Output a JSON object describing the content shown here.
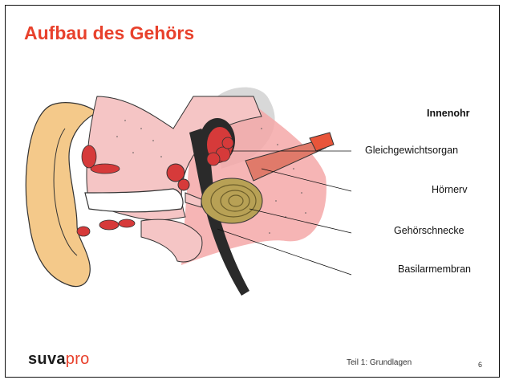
{
  "slide": {
    "title": "Aufbau des Gehörs",
    "footer_text": "Teil 1: Grundlagen",
    "page_number": "6"
  },
  "logo": {
    "part1": "suva",
    "part2": "pro"
  },
  "labels": {
    "heading": "Innenohr",
    "items": [
      "Gleichgewichtsorgan",
      "Hörnerv",
      "Gehörschnecke",
      "Basilarmembran"
    ]
  },
  "colors": {
    "title": "#e8412c",
    "skin": "#f4c98a",
    "tissue": "#f5c5c5",
    "organ": "#d63a3a",
    "dark": "#2a2a2a",
    "cochlea": "#b8a155"
  }
}
